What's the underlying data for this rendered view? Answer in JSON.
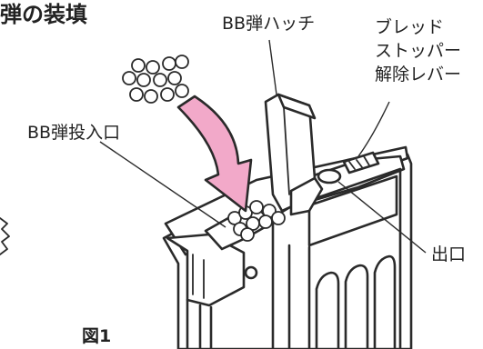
{
  "diagram": {
    "title_fragment": "弾の装填",
    "figure_number": "図1",
    "labels": {
      "bb_hatch": "BB弾ハッチ",
      "bolt_stopper_line1": "ブレッド",
      "bolt_stopper_line2": "ストッパー",
      "bolt_stopper_line3": "解除レバー",
      "bb_loading_port": "BB弾投入口",
      "outlet": "出口"
    },
    "colors": {
      "arrow_fill": "#f2a9c9",
      "line_ink": "#2a2a2a",
      "background": "#ffffff"
    }
  }
}
